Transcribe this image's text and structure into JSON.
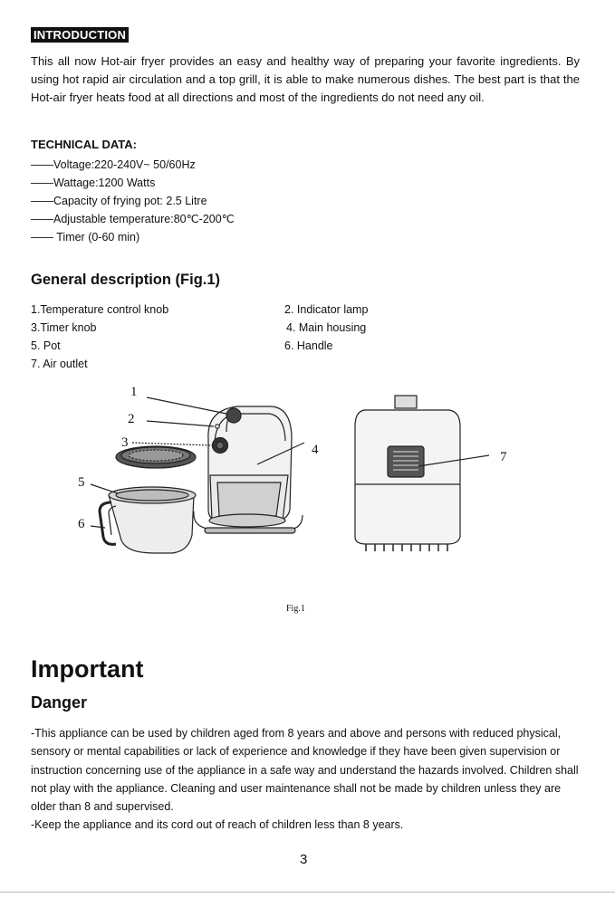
{
  "intro": {
    "heading": "INTRODUCTION",
    "text": "This all now Hot-air fryer provides an easy and healthy way of preparing your favorite ingredients. By using hot rapid air circulation and a top grill, it is able to make numerous dishes. The best part is that the Hot-air fryer heats food at all directions and most of the ingredients do not need any oil."
  },
  "technical": {
    "heading": "TECHNICAL DATA:",
    "items": [
      "——Voltage:220-240V~ 50/60Hz",
      "——Wattage:1200 Watts",
      "——Capacity of frying pot: 2.5 Litre",
      "——Adjustable temperature:80℃-200℃",
      "—— Timer (0-60 min)"
    ]
  },
  "general": {
    "heading": "General description (Fig.1)",
    "parts": [
      "1.Temperature control knob",
      "2. Indicator lamp",
      "3.Timer knob",
      "4. Main housing",
      "5. Pot",
      "6. Handle",
      "7. Air outlet"
    ]
  },
  "figure": {
    "callouts": [
      "1",
      "2",
      "3",
      "4",
      "5",
      "6",
      "7"
    ],
    "caption": "Fig.1"
  },
  "important": {
    "heading": "Important",
    "subheading": "Danger",
    "paragraphs": [
      "-This appliance can be used by children aged from 8 years and above and persons with reduced physical, sensory or mental capabilities or lack of experience and knowledge if they have been given supervision or instruction concerning use of the appliance in a safe way and understand the hazards involved. Children shall not play with the appliance. Cleaning and user maintenance shall not be made by children unless they are older than 8 and supervised.",
      "-Keep the appliance and its cord out of reach of children less than 8 years."
    ]
  },
  "page_number": "3"
}
